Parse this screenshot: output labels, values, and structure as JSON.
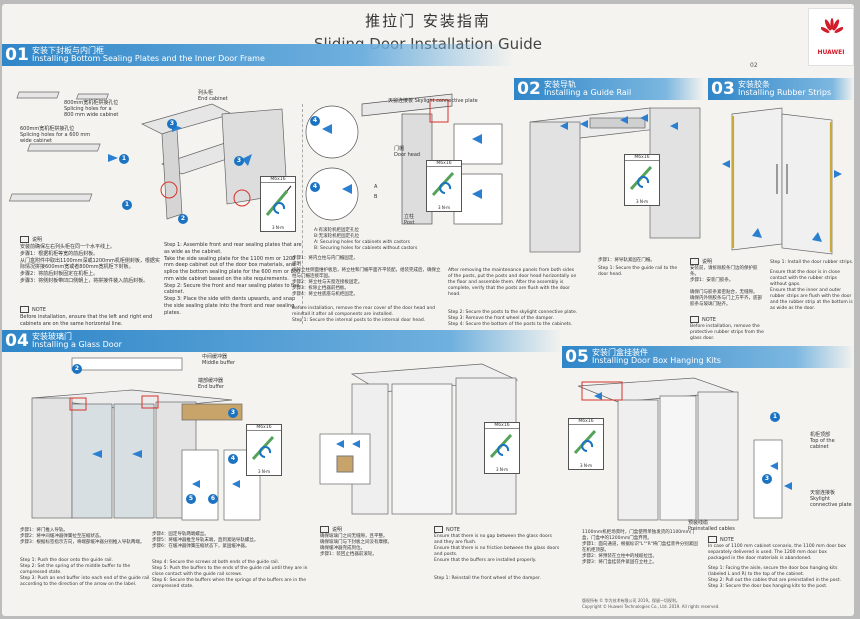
{
  "brand": {
    "name": "HUAWEI",
    "color": "#d21c2a"
  },
  "header": {
    "title_cn": "推拉门 安装指南",
    "title_en": "Sliding Door Installation Guide",
    "page_number": "02"
  },
  "colors": {
    "section_blue": "#2f86c8",
    "accent_blue": "#1b73c2",
    "arrow_blue": "#2b7fd0",
    "glass": "#d8dfe3",
    "tool_green": "#55a35a"
  },
  "sections": [
    {
      "num": "01",
      "title_cn": "安装下封板与内门框",
      "title_en": "Installing Bottom Sealing Plates and the Inner Door Frame"
    },
    {
      "num": "02",
      "title_cn": "安装导轨",
      "title_en": "Installing a Guide Rail"
    },
    {
      "num": "03",
      "title_cn": "安装胶条",
      "title_en": "Installing Rubber Strips"
    },
    {
      "num": "04",
      "title_cn": "安装玻璃门",
      "title_en": "Installing a Glass Door"
    },
    {
      "num": "05",
      "title_cn": "安装门盒挂装件",
      "title_en": "Installing Door Box Hanging Kits"
    }
  ],
  "s1": {
    "label_800": "800mm宽机柜拼接孔位\nSplicing holes for a\n800 mm wide cabinet",
    "label_600": "600mm宽机柜拼接孔位\nSplicing holes for a 600 mm\nwide cabinet",
    "label_end": "列头柜\nEnd cabinet",
    "explain_head": "说明",
    "explain_cn": "安装前确保左右列头柜在同一个水平线上。\n步骤1：根据机柜等宽的前后封板。\n从门盒附件中取出1100mm深或1200mm机柜侧封板，根据实际情况拼接600mm宽或者800mm宽机柜下封板。\n步骤2：将前后封板固定在机柜上。\n步骤3：将侧封板带凹口侧朝上，将拼接件装入前后封板。",
    "note_head": "NOTE",
    "note_text": "Before installation, ensure that the left and right end cabinets are on the same horizontal line.",
    "steps_en": "Step 1: Assemble front and rear sealing plates that are as wide as the cabinet.\nTake the side sealing plate for the 1100 mm or 1200 mm deep cabinet out of the door box materials, and splice the bottom sealing plate for the 600 mm or 800 mm wide cabinet based on the site requirements.\nStep 2: Secure the front and rear sealing plates to the cabinet.\nStep 3: Place the side with dents upwards, and snap the side sealing plate into the front and rear sealing plates.",
    "skylight": "天窗连接板 Skylight connective plate",
    "door_head": "门楣\nDoor head",
    "post": "立柱\nPost",
    "ab_note": "A:有滚轮机柜固定孔位\nB:无滚轮机柜固定孔位\nA: Securing holes for cabinets with castors\nB: Securing holes for cabinets without castors",
    "step_cn_mid": "步骤1：将内立柱与内门楣固定。\n说明\n拆除立柱侧面维护板后，将立柱和门楣平面齐平装配，组装完成后，确保立柱与门楣连接牢固。\n步骤2：将立柱与天窗连接板固定。\n步骤3：拆除止挡器前挡板。\n步骤4：将立柱底座与机柜固定。",
    "step1_mid": "Step 1: Secure the internal posts to the internal door head.",
    "note_mid": "Before installation, remove the rear cover of the door head and reinstall it after all components are installed.",
    "note_right": "After removing the maintenance panels from both sides of the posts, put the posts and door head horizontally on the floor and assemble them. After the assembly is complete, verify that the posts are flush with the door head.",
    "steps_right": "Step 2: Secure the posts to the skylight connective plate.\nStep 3: Remove the front wheel of the damper.\nStep 4: Secure the bottom of the posts to the cabinets.",
    "tool_a": "M6x16",
    "tool_b": "3 N·m",
    "mark_a": "A",
    "mark_b": "B"
  },
  "s2": {
    "step_cn": "步骤1：将导轨紧固在门楣。",
    "step_en": "Step 1: Secure the guide rail to the door head.",
    "tool_a": "M6x16",
    "tool_b": "3 N·m"
  },
  "s3": {
    "note_head": "说明",
    "note_cn": "安装前，请拆除胶条门边的保护胶条。\n步骤1：安装门胶条。",
    "note_items_cn": "确保门与胶条紧密贴合，无缝隙。\n确保内外侧胶条与门上方平齐，底部胶条与玻璃门贴齐。",
    "note_en_head": "NOTE",
    "note_en": "Before installation, remove the protective rubber strips from the glass door.",
    "step_en": "Step 1: Install the door rubber strips.",
    "bullets_en": "Ensure that the door is in close contact with the rubber strips without gaps.\nEnsure that the inner and outer rubber strips are flush with the door and the rubber strip at the bottom is as wide as the door."
  },
  "s4": {
    "middle_buffer": "中间缓冲器\nMiddle buffer",
    "end_buffer": "端部缓冲器\nEnd buffer",
    "steps_cn": "步骤1：将门推入导轨。\n步骤2：将中间缓冲器弹簧拉至压缩状态。\n步骤3：根据标签指示方向，将端部缓冲器分别推入导轨两端。",
    "steps_en": "Step 1: Push the door onto the guide rail.\nStep 2: Set the spring of the middle buffer to the compressed state.\nStep 3: Push an end buffer into each end of the guide rail according to the direction of the arrow on the label.",
    "steps_cn_2": "步骤4：固定导轨两端螺丝。\n步骤5：将缓冲器推至导轨末端，直到紧贴导轨螺丝。\n步骤6：在缓冲器弹簧压缩状态下，紧固缓冲器。",
    "steps_en_2": "Step 4: Secure the screws at both ends of the guide rail.\nStep 5: Push the buffers to the ends of the guide rail until they are in close contact with the guide rail screws.\nStep 6: Secure the buffers when the springs of the buffers are in the compressed state.",
    "explain_head": "说明",
    "explain_cn": "确保玻璃门之间无缝隙，且平整。\n确保玻璃门与下封板之间没有摩擦。\n确保缓冲器完成到位。\n步骤1：装回止挡器前滚轮。",
    "note_head": "NOTE",
    "note_en": "Ensure that there is no gap between the glass doors and they are flush.\nEnsure that there is no friction between the glass doors and posts.\nEnsure that the buffers are installed properly.",
    "step_reinstall": "Step 1: Reinstall the front wheel of the damper.",
    "tool_a": "M6x16",
    "tool_b": "3 N·m"
  },
  "s5": {
    "top_label": "机柜顶部\nTop of the cabinet",
    "skylight_label": "天窗连接板\nSkylight connective plate",
    "cables_label": "预装线缆\nPreinstalled cables",
    "explain_cn": "1100mm机柜场景时，门盒使用单独发货的1100mm门盒，门盒中的1200mm门盒弃用。\n步骤1：面向通道，根据标识\"L\"\"R\"将门盒挂装件分别紧固在机柜顶部。\n步骤2：将预装在立柱中的线缆拉出。\n步骤3：将门盒挂装件紧固在立柱上。",
    "note_head": "NOTE",
    "note_en": "In case of 1100 mm cabinet scenario, the 1100 mm door box separately delivered is used. The 1200 mm door box packaged in the door materials is abandoned.",
    "steps_en": "Step 1: Facing the aisle, secure the door box hanging kits (labeled L and R) to the top of the cabinet.\nStep 2: Pull out the cables that are preinstalled in the post.\nStep 3: Secure the door box hanging kits to the post.",
    "tool_a": "M6x16",
    "tool_b": "3 N·m"
  },
  "footer": {
    "copyright": "版权所有 © 华为技术有限公司 2019。保留一切权利。\nCopyright © Huawei Technologies Co., Ltd. 2019. All rights reserved."
  }
}
